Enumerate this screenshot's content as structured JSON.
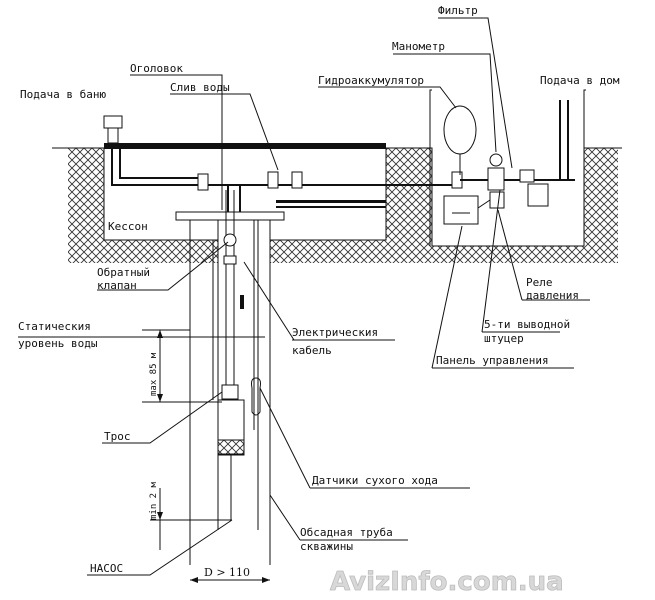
{
  "labels": {
    "filter": "Фильтр",
    "manometer": "Манометр",
    "supply_bath": "Подача в баню",
    "head": "Оголовок",
    "drain": "Слив воды",
    "accumulator": "Гидроаккумулятор",
    "supply_house": "Подача в дом",
    "caisson": "Кессон",
    "check_valve_1": "Обратный",
    "check_valve_2": "клапан",
    "relay_1": "Реле",
    "relay_2": "давления",
    "static_level_1": "Статическия",
    "static_level_2": "уровень воды",
    "cable_1": "Электрическия",
    "cable_2": "кабель",
    "fitting_1": "5-ти выводной",
    "fitting_2": "штуцер",
    "control_panel": "Панель управления",
    "dim_depth": "max 85 м",
    "rope": "Трос",
    "dry_run": "Датчики сухого хода",
    "dim_pump": "min 2 м",
    "casing_1": "Обсадная труба",
    "casing_2": "скважины",
    "pump": "НАСОС",
    "diameter": "D > 110"
  },
  "watermark": "AvizInfo.com.ua",
  "colors": {
    "line": "#111111",
    "hatch": "#333333",
    "watermark": "#d8d8d8"
  }
}
